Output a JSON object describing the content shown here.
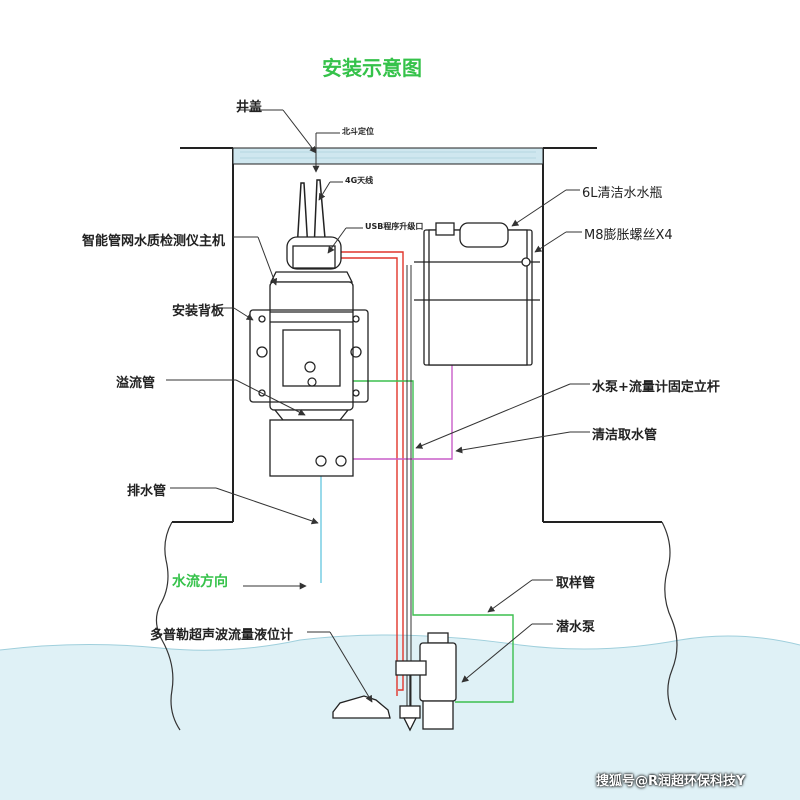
{
  "title": "安装示意图",
  "labels": {
    "well_cover": "井盖",
    "beidou": "北斗定位",
    "antenna_4g": "4G天线",
    "usb_port": "USB程序升级口",
    "host": "智能管网水质检测仪主机",
    "backplate": "安装背板",
    "overflow_pipe": "溢流管",
    "drain_pipe": "排水管",
    "flow_direction": "水流方向",
    "doppler": "多普勒超声波流量液位计",
    "bottle": "6L清洁水水瓶",
    "bolt": "M8膨胀螺丝X4",
    "pole": "水泵+流量计固定立杆",
    "clean_pipe": "清洁取水管",
    "sample_pipe": "取样管",
    "pump": "潜水泵"
  },
  "watermark": "搜狐号@R润超环保科技Y",
  "colors": {
    "title": "#35c24a",
    "flow_text": "#35c24a",
    "water": "#dff1f6",
    "cover": "#cfe7ef",
    "red_pipe": "#e0352b",
    "green_pipe": "#3cbf4f",
    "magenta_pipe": "#c95ec9",
    "cyan_pipe": "#6fcbe0"
  }
}
